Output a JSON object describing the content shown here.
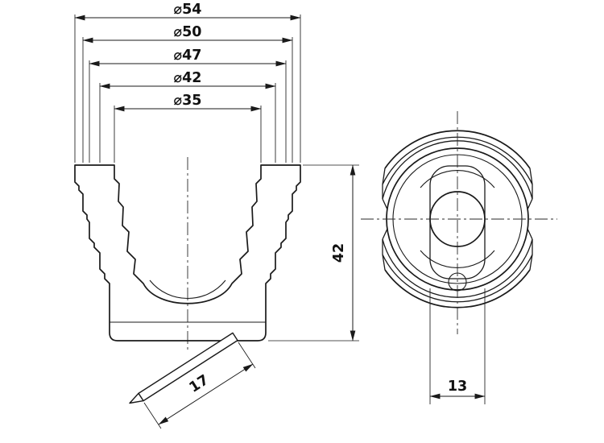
{
  "drawing": {
    "background_color": "#ffffff",
    "line_color": "#1a1a1a",
    "hatch_color": "#555555",
    "dimensions": {
      "d54": "⌀54",
      "d50": "⌀50",
      "d47": "⌀47",
      "d42": "⌀42",
      "d35": "⌀35",
      "height": "42",
      "spout_length": "17",
      "hole_width": "13"
    }
  }
}
